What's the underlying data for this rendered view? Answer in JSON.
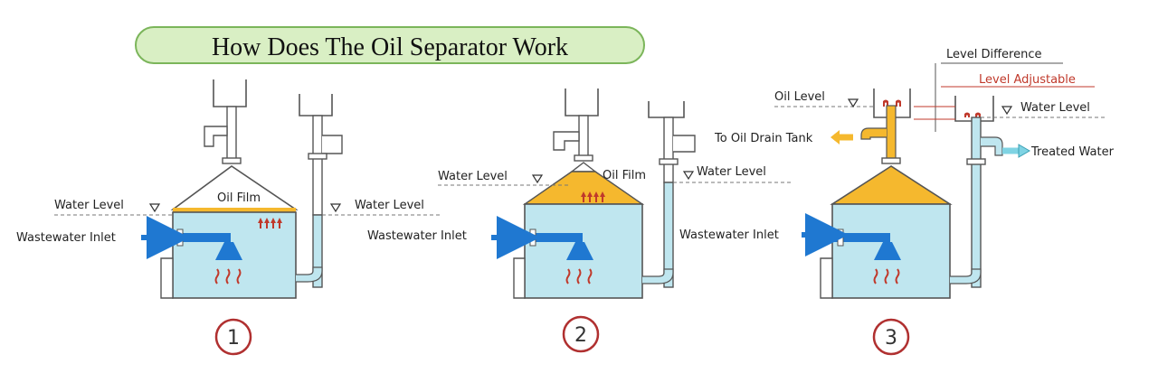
{
  "title": "How Does The Oil Separator Work",
  "colors": {
    "water": "#bfe6ef",
    "oil": "#f5b82e",
    "arrow_blue": "#1f78d1",
    "heat_red": "#c0392b",
    "title_bg": "#d9efc4",
    "title_border": "#7bb55a",
    "circle_red": "#b03030",
    "treated_arrow": "#7fd3e3"
  },
  "panels": [
    {
      "number": "1",
      "labels": {
        "water_level_left": "Water Level",
        "water_level_right": "Water Level",
        "oil_film": "Oil Film",
        "wastewater_inlet": "Wastewater Inlet"
      }
    },
    {
      "number": "2",
      "labels": {
        "water_level_left": "Water Level",
        "water_level_right": "Water Level",
        "oil_film": "Oil Film",
        "wastewater_inlet": "Wastewater Inlet"
      }
    },
    {
      "number": "3",
      "labels": {
        "oil_level": "Oil Level",
        "level_difference": "Level Difference",
        "level_adjustable": "Level Adjustable",
        "water_level": "Water Level",
        "to_oil_drain_tank": "To Oil Drain Tank",
        "treated_water": "Treated Water",
        "wastewater_inlet": "Wastewater Inlet"
      }
    }
  ]
}
